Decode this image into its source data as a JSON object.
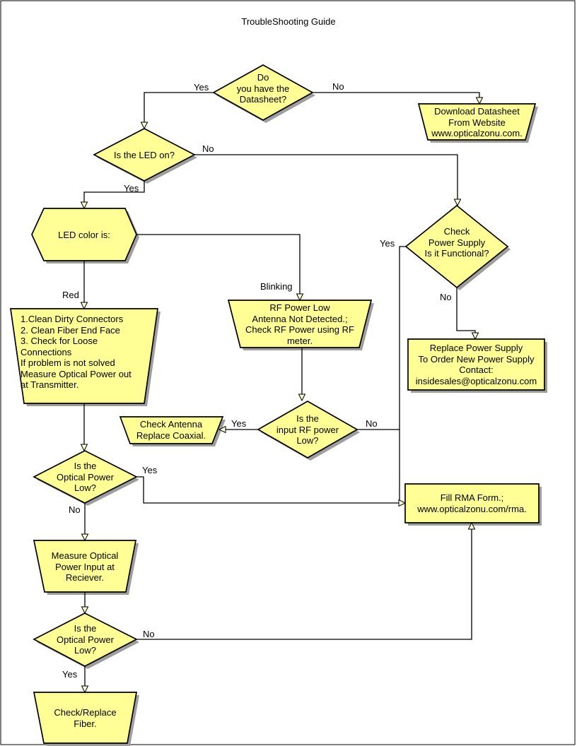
{
  "page": {
    "title": "TroubleShooting Guide"
  },
  "nodes": {
    "datasheet_q": {
      "type": "decision",
      "label": "Do\nyou have the\nDatasheet?"
    },
    "download_datasheet": {
      "type": "manual-operation",
      "label": "Download Datasheet\nFrom Website\nwww.opticalzonu.com."
    },
    "led_on_q": {
      "type": "decision",
      "label": "Is the LED on?"
    },
    "led_color": {
      "type": "preparation",
      "label": "LED color is:"
    },
    "check_power_supply_q": {
      "type": "decision",
      "label": "Check\nPower Supply\nIs it Functional?"
    },
    "clean_steps": {
      "type": "manual-operation",
      "label": "1.Clean Dirty Connectors\n2. Clean Fiber End Face\n3. Check for Loose\nConnections\nIf problem is not solved\nMeasure Optical Power out\nat Transmitter."
    },
    "rf_power_low": {
      "type": "manual-operation",
      "label": "RF Power Low\nAntenna Not Detected.;\nCheck RF Power using RF\nmeter."
    },
    "replace_power_supply": {
      "type": "process",
      "label": "Replace Power Supply\nTo Order New Power Supply\nContact:\ninsidesales@opticalzonu.com"
    },
    "check_antenna": {
      "type": "manual-operation",
      "label": "Check Antenna\nReplace Coaxial."
    },
    "rf_input_low_q": {
      "type": "decision",
      "label": "Is the\ninput RF power\nLow?"
    },
    "optical_power_low_q1": {
      "type": "decision",
      "label": "Is the\nOptical Power\nLow?"
    },
    "fill_rma": {
      "type": "process",
      "label": "Fill RMA Form.;\nwww.opticalzonu.com/rma."
    },
    "measure_optical": {
      "type": "manual-operation",
      "label": "Measure Optical\nPower Input at\nReciever."
    },
    "optical_power_low_q2": {
      "type": "decision",
      "label": "Is the\nOptical Power\nLow?"
    },
    "check_fiber": {
      "type": "manual-operation",
      "label": "Check/Replace\nFiber."
    }
  },
  "edge_labels": {
    "datasheet_yes": "Yes",
    "datasheet_no": "No",
    "led_yes": "Yes",
    "led_no": "No",
    "led_red": "Red",
    "led_blinking": "Blinking",
    "ps_yes": "Yes",
    "ps_no": "No",
    "rf_yes": "Yes",
    "rf_no": "No",
    "opt1_yes": "Yes",
    "opt1_no": "No",
    "opt2_yes": "Yes",
    "opt2_no": "No"
  },
  "colors": {
    "shape_fill": "#FFFF96",
    "shape_stroke": "#000000",
    "shadow": "#9E9E9E",
    "arrow_fill": "#FFFFD2",
    "connector": "#000000"
  }
}
